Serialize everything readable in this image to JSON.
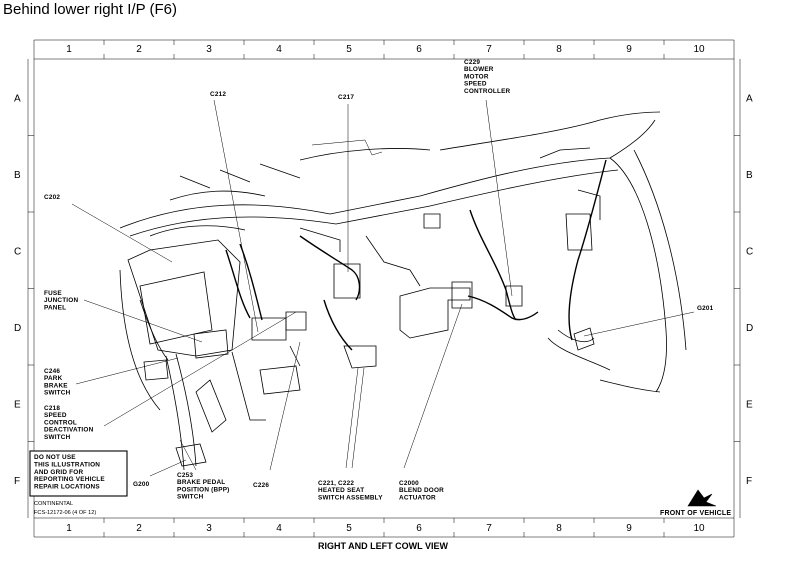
{
  "header": {
    "title": "Behind lower right I/P (F6)"
  },
  "grid": {
    "columns": [
      "1",
      "2",
      "3",
      "4",
      "5",
      "6",
      "7",
      "8",
      "9",
      "10"
    ],
    "rows": [
      "A",
      "B",
      "C",
      "D",
      "E",
      "F"
    ]
  },
  "callouts": {
    "c229": [
      "C229",
      "BLOWER",
      "MOTOR",
      "SPEED",
      "CONTROLLER"
    ],
    "c212": [
      "C212"
    ],
    "c217": [
      "C217"
    ],
    "c202": [
      "C202"
    ],
    "fuse": [
      "FUSE",
      "JUNCTION",
      "PANEL"
    ],
    "c246": [
      "C246",
      "PARK",
      "BRAKE",
      "SWITCH"
    ],
    "c218": [
      "C218",
      "SPEED",
      "CONTROL",
      "DEACTIVATION",
      "SWITCH"
    ],
    "g201": [
      "G201"
    ],
    "g200": [
      "G200"
    ],
    "c253": [
      "C253",
      "BRAKE PEDAL",
      "POSITION (BPP)",
      "SWITCH"
    ],
    "c226": [
      "C226"
    ],
    "c221": [
      "C221, C222",
      "HEATED SEAT",
      "SWITCH ASSEMBLY"
    ],
    "c2000": [
      "C2000",
      "BLEND DOOR",
      "ACTUATOR"
    ]
  },
  "notice": [
    "DO NOT USE",
    "THIS ILLUSTRATION",
    "AND GRID FOR",
    "REPORTING VEHICLE",
    "REPAIR LOCATIONS"
  ],
  "footer": {
    "brand": "CONTINENTAL",
    "code": "FCS-12172-06 (4 OF 12)",
    "front_label": "FRONT OF VEHICLE",
    "view_caption": "RIGHT AND LEFT COWL VIEW"
  }
}
